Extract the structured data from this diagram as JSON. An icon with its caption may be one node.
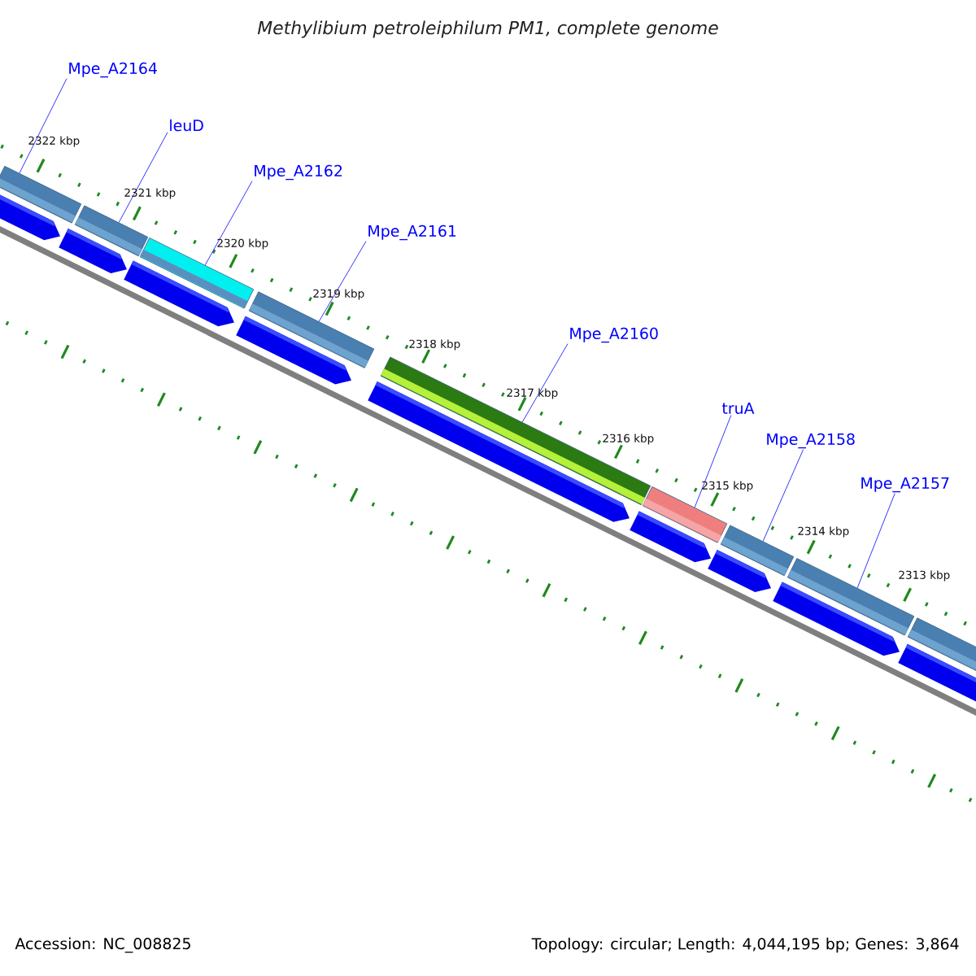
{
  "diagram": {
    "title": "Methylibium petroleiphilum PM1, complete genome",
    "nodes": [
      {
        "text": [
          "Mpe_A2164"
        ]
      },
      {
        "text": [
          "leuD"
        ]
      },
      {
        "text": [
          "Mpe_A2162"
        ]
      },
      {
        "text": [
          "Mpe_A2161"
        ]
      },
      {
        "text": [
          "Mpe_A2160"
        ]
      },
      {
        "text": [
          "truA"
        ]
      },
      {
        "text": [
          "Mpe_A2158"
        ]
      },
      {
        "text": [
          "Mpe_A2157"
        ]
      },
      {
        "text": [],
        "shape": "bar"
      },
      {
        "text": [],
        "shape": "bar"
      },
      {
        "text": [],
        "shape": "bar"
      },
      {
        "text": [],
        "shape": "bar"
      },
      {
        "text": [],
        "shape": "bar"
      },
      {
        "text": [],
        "shape": "bar"
      },
      {
        "text": [],
        "shape": "bar"
      },
      {
        "text": [],
        "shape": "bar"
      },
      {
        "text": [],
        "shape": "bar"
      }
    ],
    "edges": [
      {
        "from": 0,
        "to": 8,
        "arrow": "none"
      },
      {
        "from": 1,
        "to": 9,
        "arrow": "none"
      },
      {
        "from": 2,
        "to": 10,
        "arrow": "none"
      },
      {
        "from": 3,
        "to": 11,
        "arrow": "none"
      },
      {
        "from": 4,
        "to": 12,
        "arrow": "none"
      },
      {
        "from": 5,
        "to": 13,
        "arrow": "none"
      },
      {
        "from": 6,
        "to": 14,
        "arrow": "none"
      },
      {
        "from": 7,
        "to": 15,
        "arrow": "none"
      }
    ],
    "labels": [
      "2322 kbp",
      "2321 kbp",
      "2320 kbp",
      "2319 kbp",
      "2318 kbp",
      "2317 kbp",
      "2316 kbp",
      "2315 kbp",
      "2314 kbp",
      "2313 kbp",
      "Accession: NC_008825",
      "Topology: circular; Length: 4,044,195 bp; Genes: 3,864"
    ]
  }
}
